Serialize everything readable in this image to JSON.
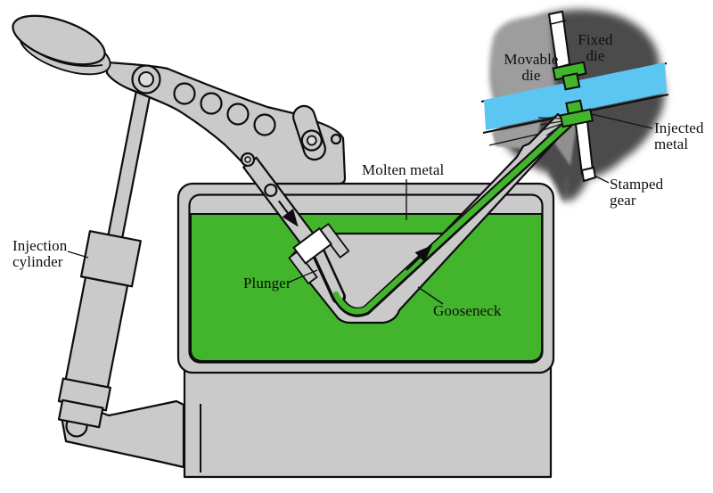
{
  "labels": {
    "injection_cylinder": "Injection cylinder",
    "plunger": "Plunger",
    "molten_metal": "Molten metal",
    "gooseneck": "Gooseneck",
    "movable_die": "Movable die",
    "fixed_die": "Fixed die",
    "injected_metal": "Injected metal",
    "stamped_gear": "Stamped gear"
  },
  "colors": {
    "machine_gray": "#cacaca",
    "molten_green": "#42b52c",
    "cavity_blue": "#5cc6f2",
    "die_dark": "#4b4b4b",
    "die_light": "#9d9d9d",
    "outline": "#0d0d0d",
    "plunger_white": "#ffffff"
  }
}
